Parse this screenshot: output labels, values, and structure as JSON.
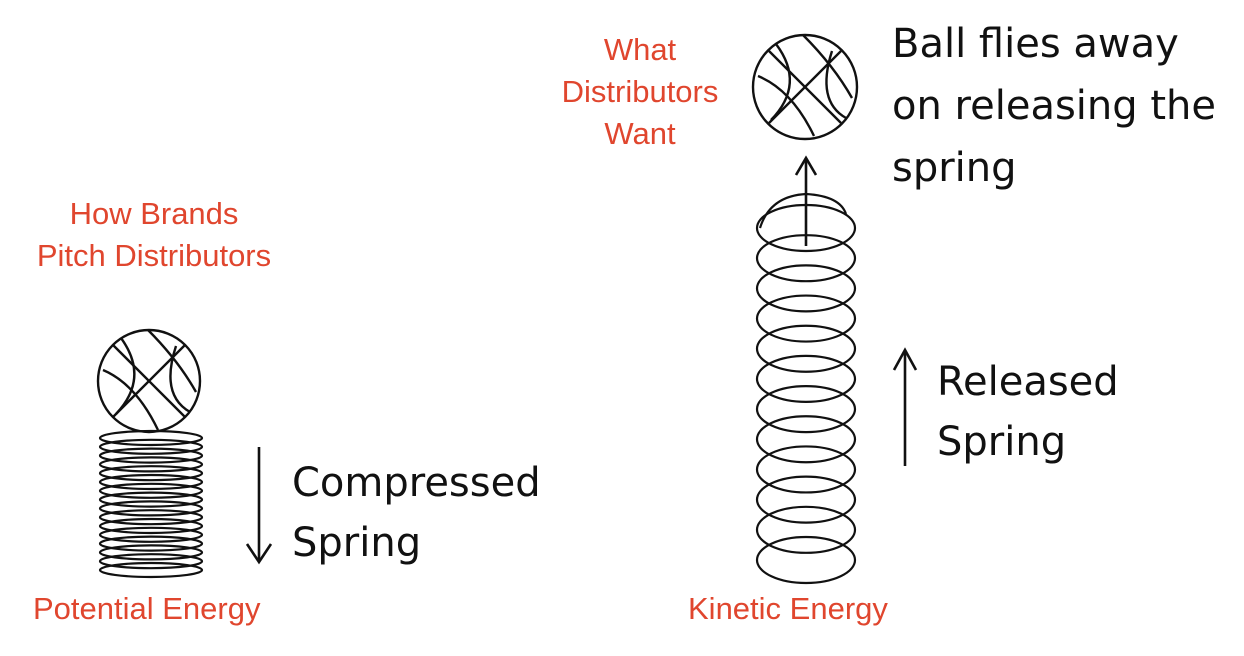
{
  "left_panel": {
    "heading_line1": "How Brands",
    "heading_line2": "Pitch Distributors",
    "spring_state_line1": "Compressed",
    "spring_state_line2": "Spring",
    "energy_label": "Potential Energy"
  },
  "right_panel": {
    "heading_line1": "What",
    "heading_line2": "Distributors",
    "heading_line3": "Want",
    "ball_caption_line1": "Ball flies away",
    "ball_caption_line2": "on releasing the",
    "ball_caption_line3": "spring",
    "spring_state_line1": "Released",
    "spring_state_line2": "Spring",
    "energy_label": "Kinetic Energy"
  },
  "colors": {
    "label_red": "#e0462e",
    "ink": "#111111"
  },
  "icons": [
    "basketball-icon",
    "coil-spring-icon",
    "arrow-down-icon",
    "arrow-up-icon"
  ]
}
